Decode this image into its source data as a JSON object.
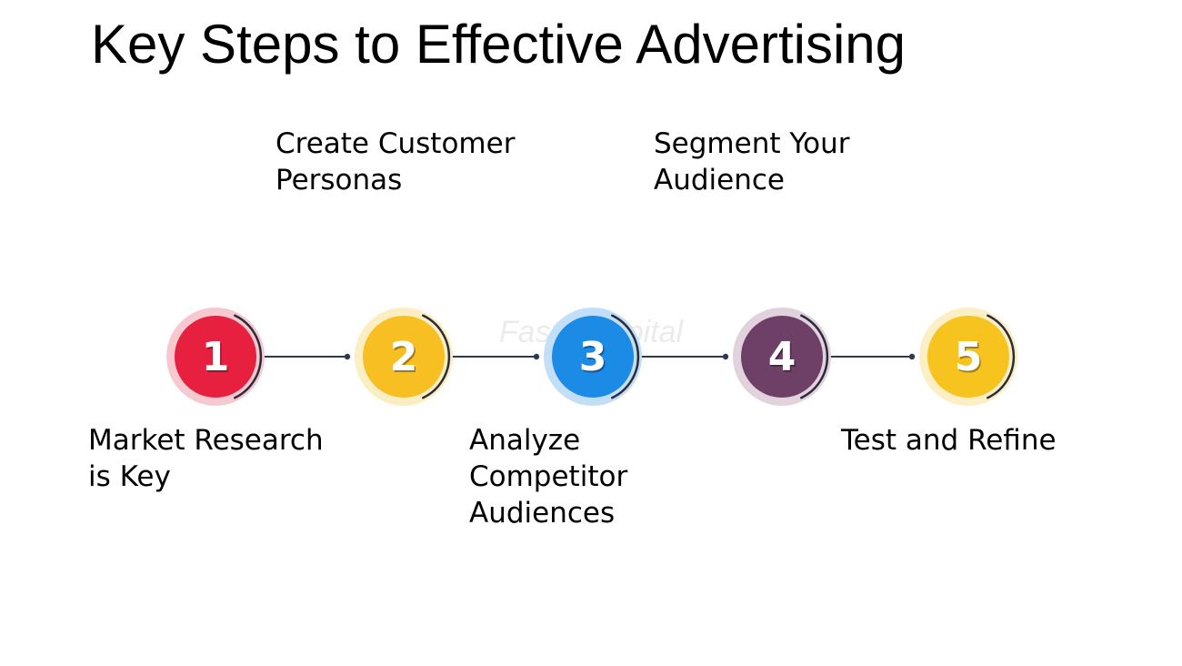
{
  "title": "Key Steps to Effective Advertising",
  "watermark": "FasterCapital",
  "connector_color": "#2e3b4e",
  "steps": [
    {
      "number": "1",
      "label_lines": [
        "Market Research",
        "is Key"
      ],
      "position": "below",
      "color": "#e8203f",
      "halo_color": "#f6c9d1"
    },
    {
      "number": "2",
      "label_lines": [
        "Create Customer",
        "Personas"
      ],
      "position": "above",
      "color": "#f7bf22",
      "halo_color": "#fbeec2"
    },
    {
      "number": "3",
      "label_lines": [
        "Analyze",
        "Competitor",
        "Audiences"
      ],
      "position": "below",
      "color": "#1b8be6",
      "halo_color": "#c3def7"
    },
    {
      "number": "4",
      "label_lines": [
        "Segment Your",
        "Audience"
      ],
      "position": "above",
      "color": "#6e3f67",
      "halo_color": "#e1d2de"
    },
    {
      "number": "5",
      "label_lines": [
        "Test and Refine"
      ],
      "position": "below",
      "color": "#f7c31f",
      "halo_color": "#fcefc6"
    }
  ]
}
